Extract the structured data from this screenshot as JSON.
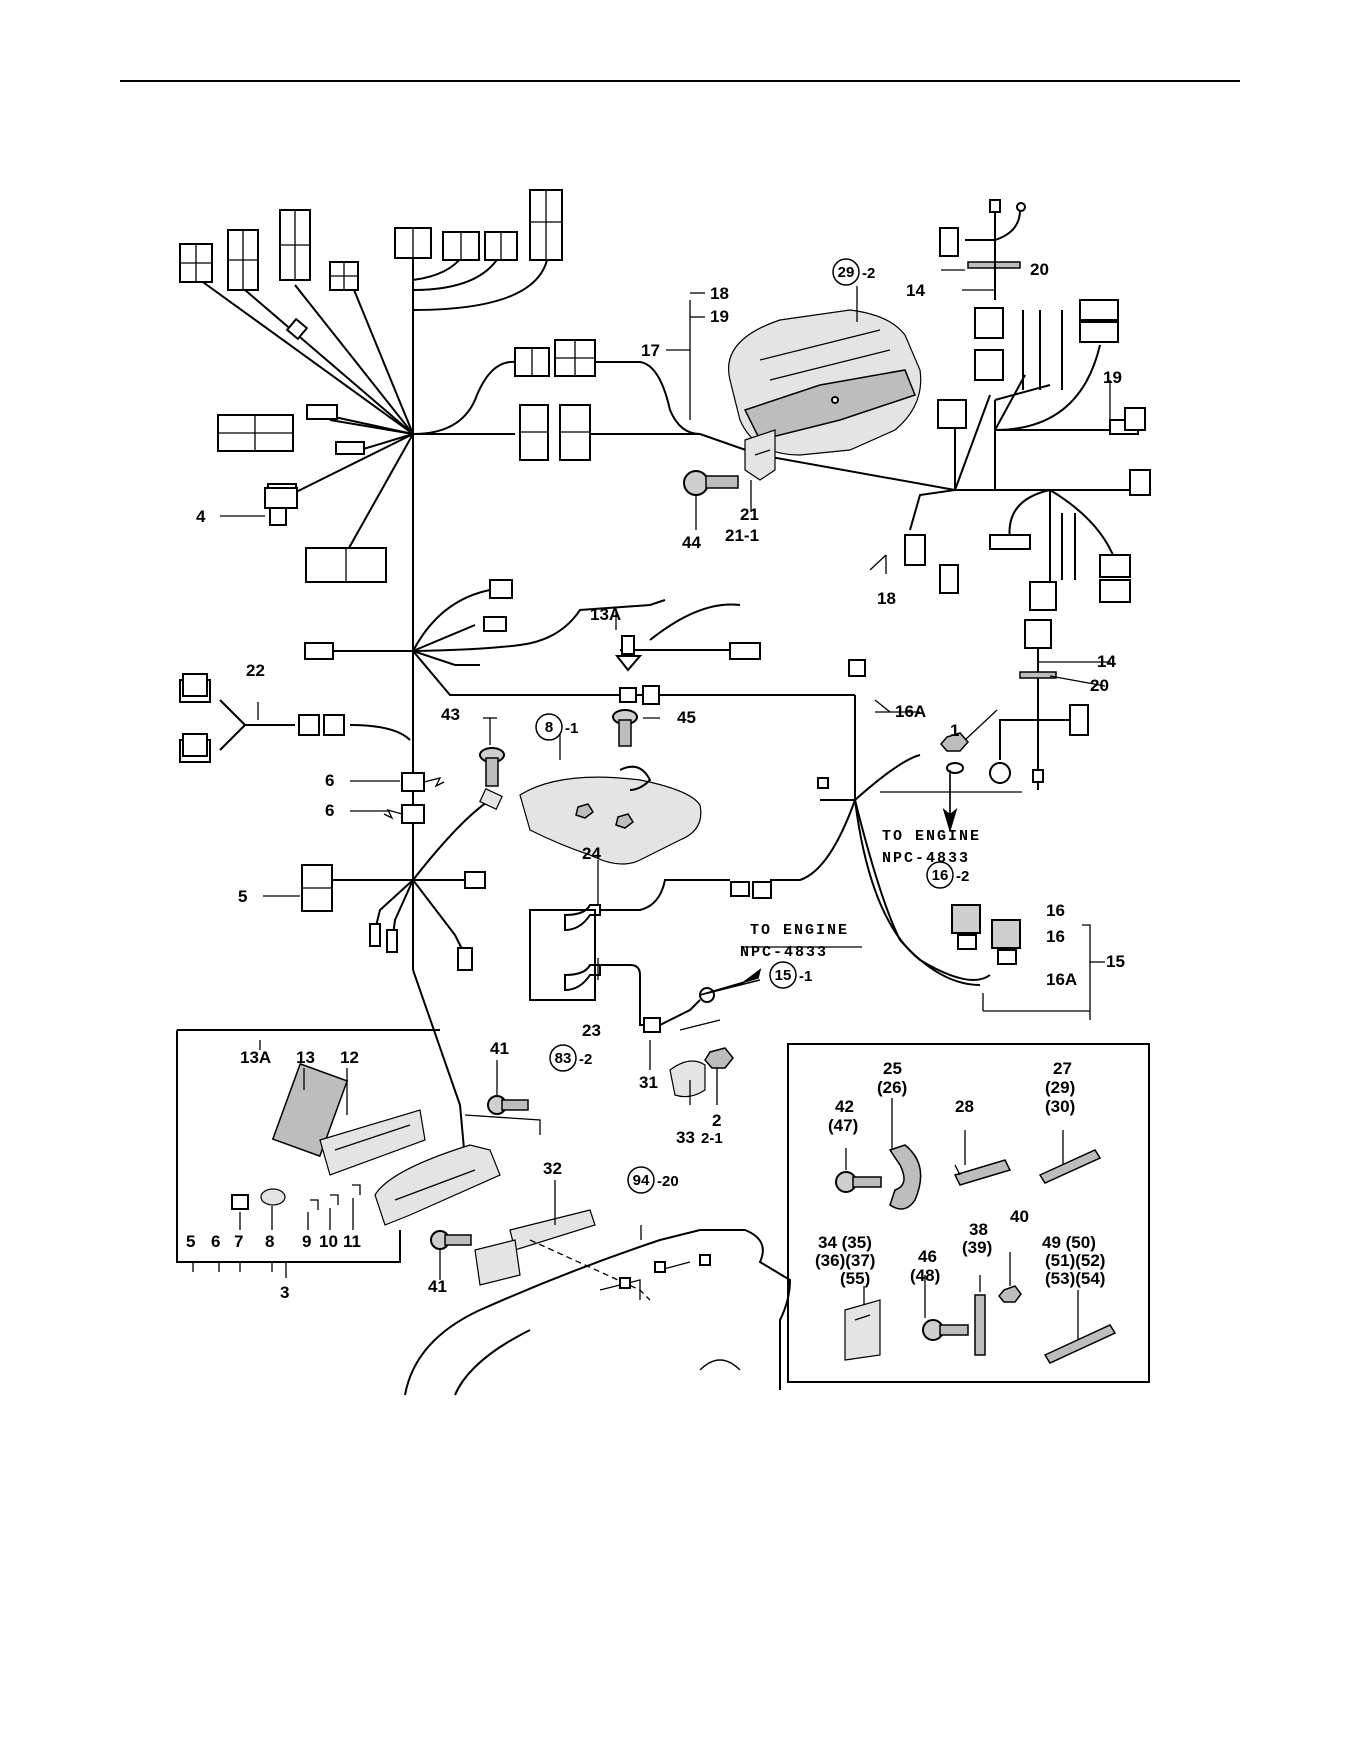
{
  "labels": {
    "p1": "1",
    "p2": "2",
    "p2_1": "2-1",
    "p3": "3",
    "p4": "4",
    "p5": "5",
    "p5b": "5",
    "p6a": "6",
    "p6b": "6",
    "p6c": "6",
    "p7": "7",
    "p8": "8",
    "p9": "9",
    "p10": "10",
    "p11": "11",
    "p12": "12",
    "p13": "13",
    "p13a_top": "13A",
    "p13a_box": "13A",
    "p14a": "14",
    "p14b": "14",
    "p15": "15",
    "p16a": "16",
    "p16b": "16",
    "p16A_right": "16A",
    "p16A_top": "16A",
    "p17": "17",
    "p18_top": "18",
    "p18_mid": "18",
    "p19_top": "19",
    "p19_right": "19",
    "p20a": "20",
    "p20b": "20",
    "p21": "21",
    "p21_1": "21-1",
    "p22": "22",
    "p23": "23",
    "p24": "24",
    "p25": "25",
    "p26": "(26)",
    "p27": "27",
    "p28": "28",
    "p29": "(29)",
    "p30": "(30)",
    "p31": "31",
    "p32": "32",
    "p33": "33",
    "p34": "34 (35)",
    "p36": "(36)(37)",
    "p55": "(55)",
    "p38": "38",
    "p39": "(39)",
    "p40": "40",
    "p41a": "41",
    "p41b": "41",
    "p42": "42",
    "p47": "(47)",
    "p43": "43",
    "p44": "44",
    "p45": "45",
    "p46": "46",
    "p48": "(48)",
    "p49": "49 (50)",
    "p51": "(51)(52)",
    "p53": "(53)(54)"
  },
  "refs": {
    "r29": {
      "num": "29",
      "suffix": "-2"
    },
    "r8": {
      "num": "8",
      "suffix": "-1"
    },
    "r16": {
      "num": "16",
      "suffix": "-2"
    },
    "r15": {
      "num": "15",
      "suffix": "-1"
    },
    "r83": {
      "num": "83",
      "suffix": "-2"
    },
    "r94": {
      "num": "94",
      "suffix": "-20"
    }
  },
  "notes": {
    "to_engine_1": "TO ENGINE",
    "npc_1": "NPC-4833",
    "to_engine_2": "TO ENGINE",
    "npc_2": "NPC-4833"
  }
}
